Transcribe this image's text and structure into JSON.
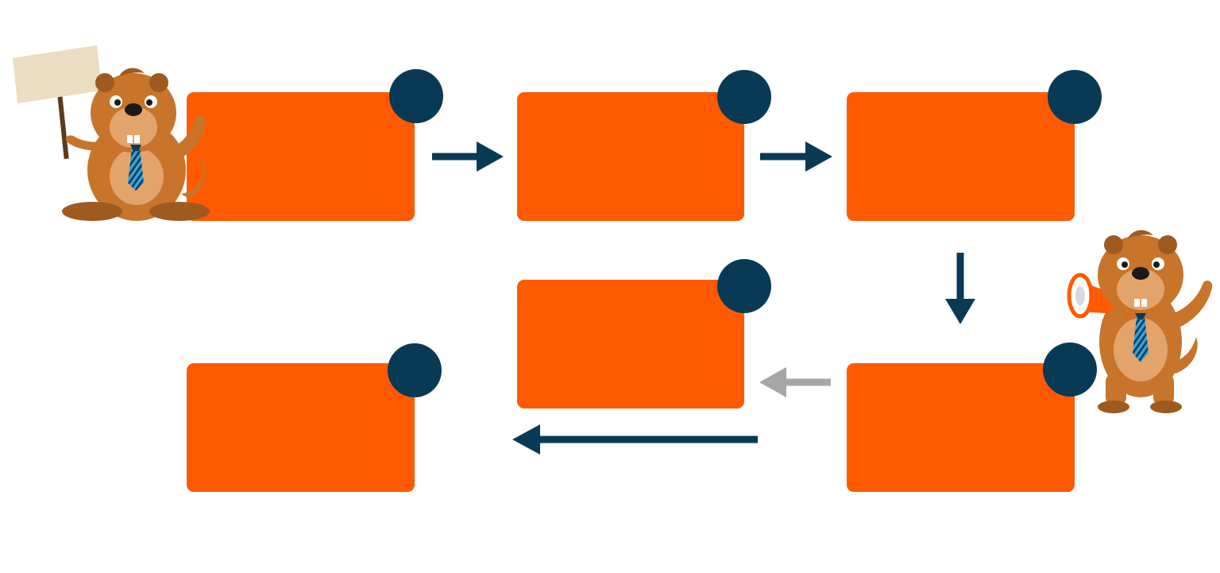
{
  "diagram": {
    "colors": {
      "background": "#ffffff",
      "box": "#ff5a00",
      "badge": "#083a56",
      "arrow": "#083a56",
      "arrow_muted": "#a6a6a6",
      "beaver_fur": "#c8742a",
      "beaver_fur_dark": "#9e5a1f",
      "beaver_muzzle": "#e3a46c",
      "sign": "#ecdcc1",
      "tie": "#3aa0d8",
      "megaphone": "#ff5a00"
    },
    "steps": [
      {
        "id": "step-1",
        "badge": ""
      },
      {
        "id": "step-2",
        "badge": ""
      },
      {
        "id": "step-3",
        "badge": ""
      },
      {
        "id": "step-4",
        "badge": ""
      },
      {
        "id": "step-5",
        "badge": ""
      },
      {
        "id": "step-6",
        "badge": ""
      }
    ],
    "connectors": [
      {
        "from": "step-1",
        "to": "step-2",
        "style": "primary"
      },
      {
        "from": "step-2",
        "to": "step-3",
        "style": "primary"
      },
      {
        "from": "step-3",
        "to": "step-4",
        "style": "primary"
      },
      {
        "from": "step-4",
        "to": "step-5",
        "style": "muted"
      },
      {
        "from": "step-4",
        "to": "step-6",
        "style": "primary"
      }
    ],
    "mascots": [
      {
        "name": "beaver-with-sign",
        "icon": "beaver-sign-icon"
      },
      {
        "name": "beaver-with-megaphone",
        "icon": "beaver-megaphone-icon"
      }
    ]
  }
}
